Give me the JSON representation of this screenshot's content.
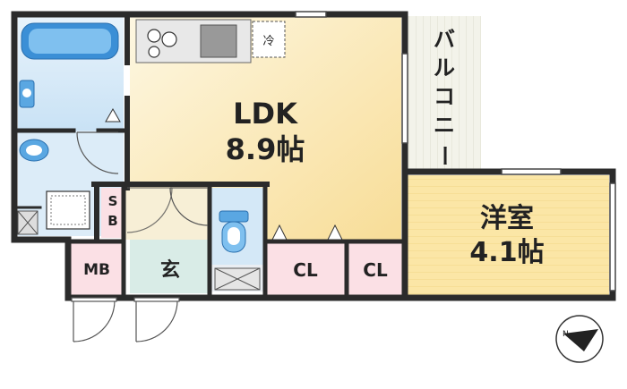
{
  "rooms": {
    "ldk": {
      "name": "LDK",
      "size": "8.9帖"
    },
    "western": {
      "name": "洋室",
      "size": "4.1帖"
    },
    "balcony": {
      "chars": [
        "バ",
        "ル",
        "コ",
        "ニ",
        "ー"
      ]
    },
    "closet_ldk": {
      "name": "CL"
    },
    "closet_western": {
      "name": "CL"
    },
    "entrance": {
      "name": "玄"
    },
    "meter_box": {
      "name": "MB"
    },
    "shoe_box": {
      "line1": "S",
      "line2": "B"
    }
  },
  "fridge": {
    "label": "冷"
  },
  "colors": {
    "ldk_light": "#fdf7e2",
    "ldk_dark": "#f8dd97",
    "western": "#fbe6a6",
    "bath": "#d4e8f7",
    "closet_pink": "#fbe0e5",
    "entrance": "#d9ece7",
    "balcony": "#f1f1e7",
    "wall": "#2b2b2b"
  },
  "icons": [
    "compass-icon",
    "stove-icon",
    "bathtub-icon",
    "toilet-icon",
    "washbasin-icon",
    "washer-pan-icon"
  ]
}
